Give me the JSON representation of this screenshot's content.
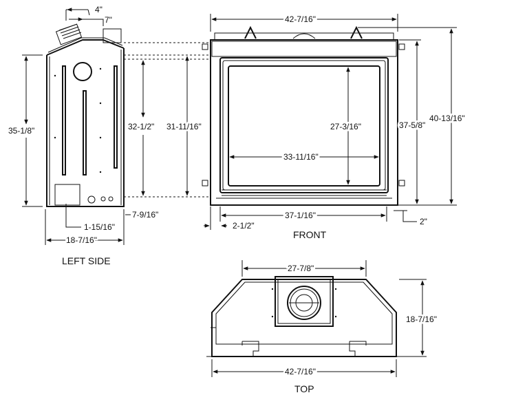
{
  "captions": {
    "left_side": "LEFT SIDE",
    "front": "FRONT",
    "top": "TOP"
  },
  "dimensions": {
    "left_side": {
      "vent_4": "4\"",
      "vent_7": "7\"",
      "overall_height": "35-1/8\"",
      "opening_height": "32-1/2\"",
      "inlet_offset": "1-15/16\"",
      "depth": "18-7/16\"",
      "back_offset": "7-9/16\""
    },
    "front": {
      "top_width": "42-7/16\"",
      "overall_height": "40-13/16\"",
      "frame_height": "37-5/8\"",
      "interior_height": "31-11/16\"",
      "glass_height": "27-3/16\"",
      "glass_width": "33-11/16\"",
      "bottom_width": "37-1/16\"",
      "left_offset": "2-1/2\"",
      "bottom_offset": "2\""
    },
    "top": {
      "back_width": "27-7/8\"",
      "depth": "18-7/16\"",
      "front_width": "42-7/16\""
    }
  }
}
